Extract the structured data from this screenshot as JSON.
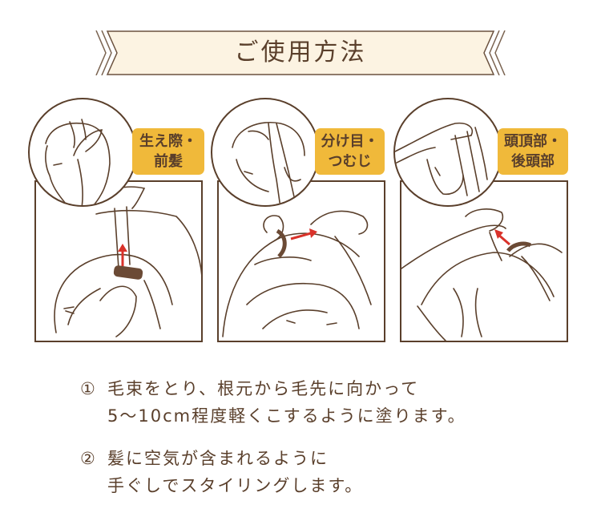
{
  "header": {
    "title": "ご使用方法"
  },
  "panels": [
    {
      "badge_line1": "生え際・",
      "badge_line2": "前髪",
      "icon": "hairline-bangs-illustration",
      "arrow_direction": "up"
    },
    {
      "badge_line1": "分け目・",
      "badge_line2": "つむじ",
      "icon": "parting-crown-illustration",
      "arrow_direction": "right"
    },
    {
      "badge_line1": "頭頂部・",
      "badge_line2": "後頭部",
      "icon": "top-back-head-illustration",
      "arrow_direction": "up-left"
    }
  ],
  "steps": [
    {
      "number": "①",
      "line1": "毛束をとり、根元から毛先に向かって",
      "line2": "5〜10cm程度軽くこするように塗ります。"
    },
    {
      "number": "②",
      "line1": "髪に空気が含まれるように",
      "line2": "手ぐしでスタイリングします。"
    }
  ],
  "colors": {
    "text_brown": "#5a3f2b",
    "badge_yellow": "#f0b93a",
    "banner_fill": "#fcf3e2",
    "arrow_red": "#d9322a"
  }
}
